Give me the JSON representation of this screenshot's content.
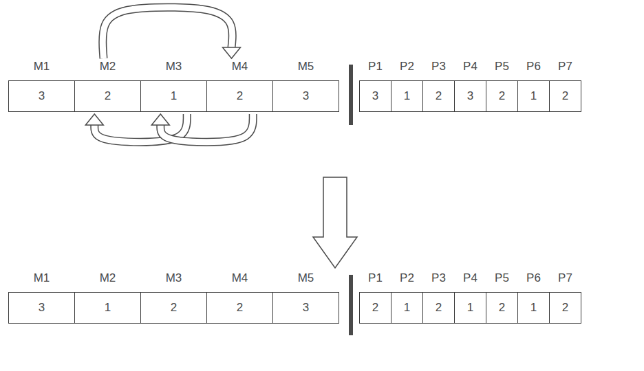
{
  "diagram": {
    "nodes": [
      {
        "text": [
          "M1",
          "3"
        ]
      },
      {
        "text": [
          "M2",
          "2"
        ]
      },
      {
        "text": [
          "M3",
          "1"
        ]
      },
      {
        "text": [
          "M4",
          "2"
        ]
      },
      {
        "text": [
          "M5",
          "3"
        ]
      },
      {
        "text": [
          "P1",
          "3"
        ]
      },
      {
        "text": [
          "P2",
          "1"
        ]
      },
      {
        "text": [
          "P3",
          "2"
        ]
      },
      {
        "text": [
          "P4",
          "3"
        ]
      },
      {
        "text": [
          "P5",
          "2"
        ]
      },
      {
        "text": [
          "P6",
          "1"
        ]
      },
      {
        "text": [
          "P7",
          "2"
        ]
      },
      {
        "text": [
          "M1",
          "3"
        ]
      },
      {
        "text": [
          "M2",
          "1"
        ]
      },
      {
        "text": [
          "M3",
          "2"
        ]
      },
      {
        "text": [
          "M4",
          "2"
        ]
      },
      {
        "text": [
          "M5",
          "3"
        ]
      },
      {
        "text": [
          "P1",
          "2"
        ]
      },
      {
        "text": [
          "P2",
          "1"
        ]
      },
      {
        "text": [
          "P3",
          "2"
        ]
      },
      {
        "text": [
          "P4",
          "1"
        ]
      },
      {
        "text": [
          "P5",
          "2"
        ]
      },
      {
        "text": [
          "P6",
          "1"
        ]
      },
      {
        "text": [
          "P7",
          "2"
        ]
      }
    ],
    "edges": [
      {
        "from": 1,
        "to": 3,
        "arrow": "to"
      },
      {
        "from": 2,
        "to": 1,
        "arrow": "to"
      },
      {
        "from": 3,
        "to": 2,
        "arrow": "to"
      }
    ]
  }
}
